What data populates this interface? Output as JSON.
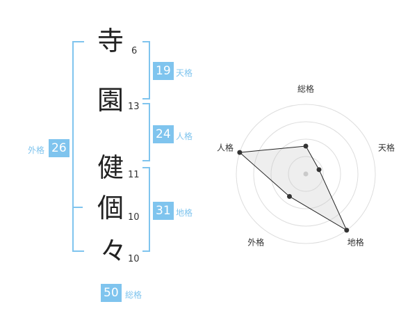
{
  "name_chars": [
    {
      "char": "寺",
      "strokes": "6"
    },
    {
      "char": "園",
      "strokes": "13"
    },
    {
      "char": "健",
      "strokes": "11"
    },
    {
      "char": "個",
      "strokes": "10"
    },
    {
      "char": "々",
      "strokes": "10"
    }
  ],
  "kaku": {
    "tenkaku": {
      "value": "19",
      "label": "天格"
    },
    "jinkaku": {
      "value": "24",
      "label": "人格"
    },
    "chikaku": {
      "value": "31",
      "label": "地格"
    },
    "gaikaku": {
      "value": "26",
      "label": "外格"
    },
    "soukaku": {
      "value": "50",
      "label": "総格"
    }
  },
  "colors": {
    "accent": "#7fc4ee",
    "text": "#222222"
  },
  "chart_data": {
    "type": "radar",
    "axes": [
      "総格",
      "天格",
      "地格",
      "外格",
      "人格"
    ],
    "values": [
      2,
      1,
      5,
      2,
      5
    ],
    "range": [
      0,
      5
    ],
    "rings": 4,
    "grid": true
  }
}
